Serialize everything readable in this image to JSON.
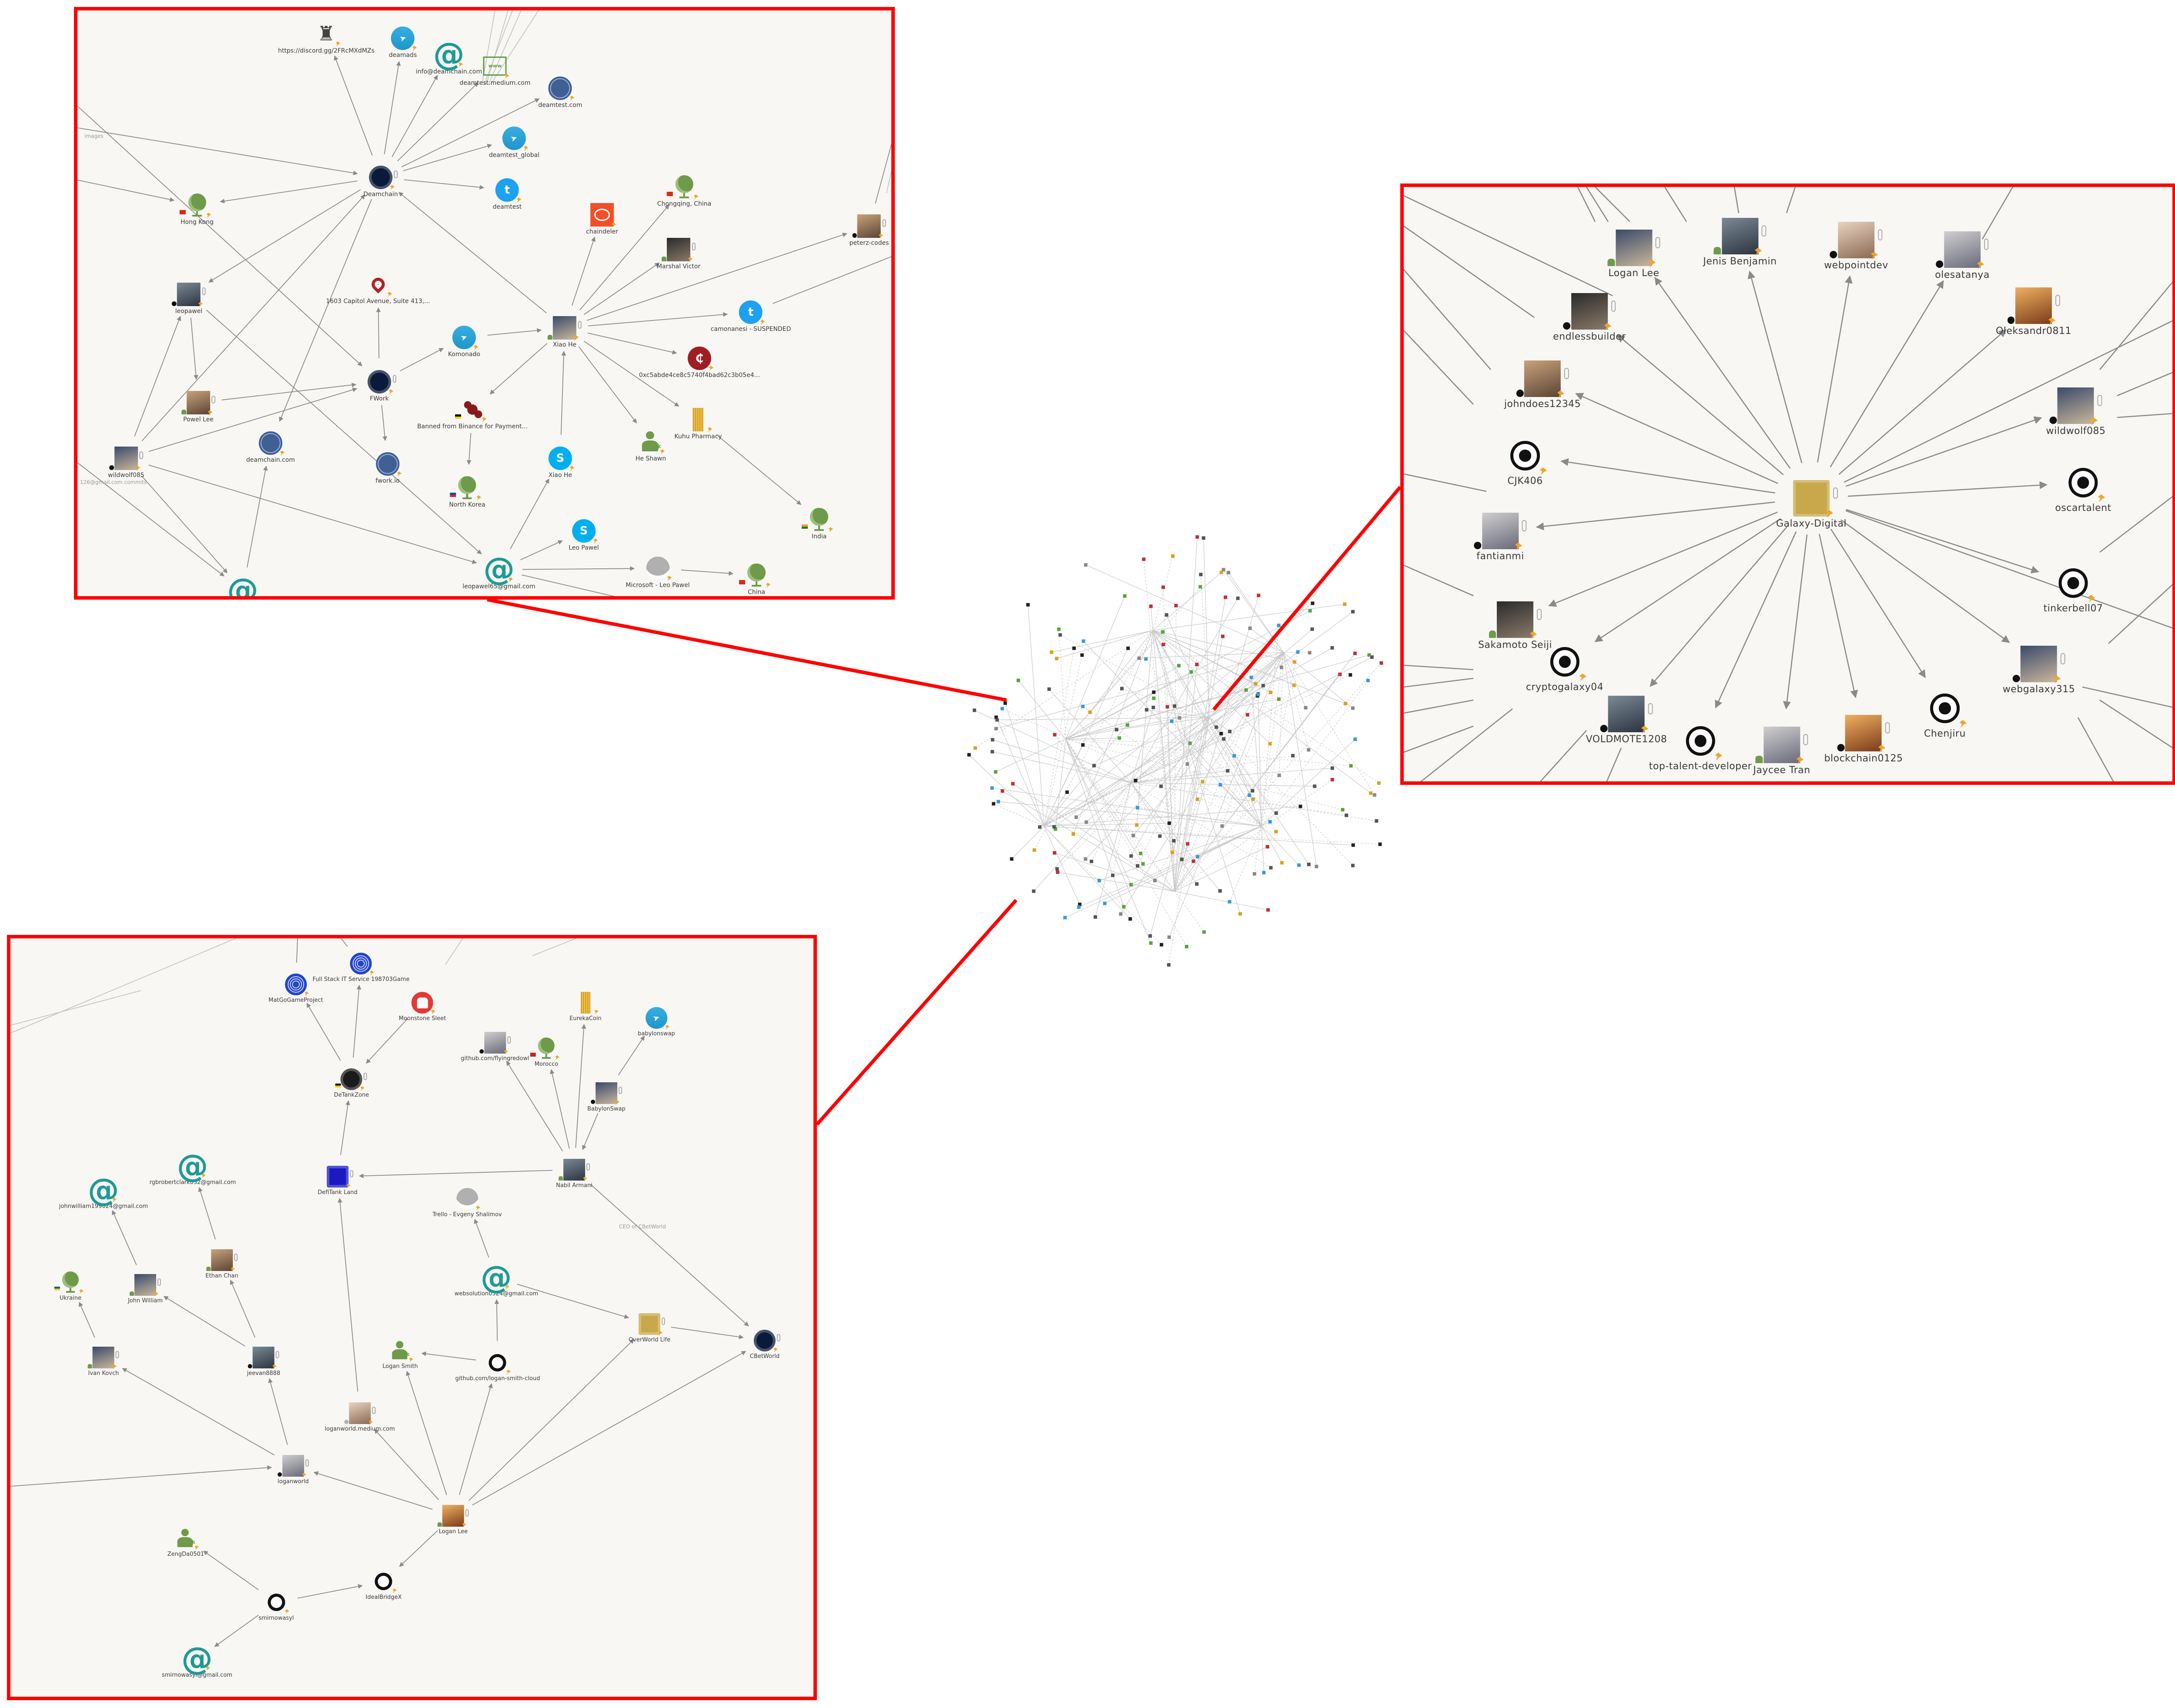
{
  "colors": {
    "highlight": "#ff0000",
    "edge": "#8a8a8a",
    "canvas": "#f8f7f4"
  },
  "panels": {
    "deamchain": {
      "nodes": [
        {
          "id": "discord",
          "label": "https://discord.gg/2FRcMXdMZs",
          "icon": "rook-icon"
        },
        {
          "id": "deamads",
          "label": "deamads",
          "icon": "telegram-icon"
        },
        {
          "id": "info",
          "label": "info@deamchain.com",
          "icon": "email-icon"
        },
        {
          "id": "medium",
          "label": "deamtest.medium.com",
          "icon": "www-icon"
        },
        {
          "id": "deamtestcom",
          "label": "deamtest.com",
          "icon": "domain-globe-icon"
        },
        {
          "id": "deamtestglobal",
          "label": "deamtest_global",
          "icon": "telegram-icon"
        },
        {
          "id": "deamtest",
          "label": "deamtest",
          "icon": "twitter-icon"
        },
        {
          "id": "deamchain",
          "label": "Deamchain",
          "icon": "company-logo-icon"
        },
        {
          "id": "hongkong",
          "label": "Hong Kong",
          "icon": "location-globe-icon",
          "flag": "hong-kong"
        },
        {
          "id": "leopawel",
          "label": "leopawel",
          "icon": "avatar-icon",
          "badge": "github"
        },
        {
          "id": "capitol",
          "label": "1603 Capitol Avenue, Suite 413,...",
          "icon": "map-pin-icon"
        },
        {
          "id": "chaindeler",
          "label": "chaindeler",
          "icon": "reddit-icon"
        },
        {
          "id": "chongqing",
          "label": "Chongqing, China",
          "icon": "location-globe-icon",
          "flag": "china"
        },
        {
          "id": "marshal",
          "label": "Marshal Victor",
          "icon": "avatar-icon",
          "badge": "person"
        },
        {
          "id": "peterz",
          "label": "peterz-codes",
          "icon": "avatar-icon",
          "badge": "github"
        },
        {
          "id": "xiaohe",
          "label": "Xiao He",
          "icon": "avatar-icon",
          "badge": "person"
        },
        {
          "id": "camonanesi",
          "label": "camonanesi - SUSPENDED",
          "icon": "twitter-icon"
        },
        {
          "id": "wallet",
          "label": "0xc5abde4ce8c5740f4bad62c3b05e4...",
          "icon": "crypto-wallet-icon"
        },
        {
          "id": "komonado",
          "label": "Komonado",
          "icon": "telegram-icon"
        },
        {
          "id": "fwork",
          "label": "FWork",
          "icon": "company-logo-icon"
        },
        {
          "id": "binance",
          "label": "Banned from Binance for Payment...",
          "icon": "threat-icon",
          "flag": "germany"
        },
        {
          "id": "powel",
          "label": "Powel Lee",
          "icon": "avatar-icon",
          "badge": "person"
        },
        {
          "id": "wildwolf",
          "label": "wildwolf085",
          "icon": "avatar-icon",
          "badge": "github"
        },
        {
          "id": "deamchaincom",
          "label": "deamchain.com",
          "icon": "domain-globe-icon"
        },
        {
          "id": "fworkio",
          "label": "fwork.io",
          "icon": "domain-globe-icon"
        },
        {
          "id": "northkorea",
          "label": "North Korea",
          "icon": "location-globe-icon",
          "flag": "north-korea"
        },
        {
          "id": "kuhu",
          "label": "Kuhu Pharmacy",
          "icon": "building-icon"
        },
        {
          "id": "heshawn",
          "label": "He Shawn",
          "icon": "person-icon"
        },
        {
          "id": "xiaoheskype",
          "label": "Xiao He",
          "icon": "skype-icon"
        },
        {
          "id": "india",
          "label": "India",
          "icon": "location-globe-icon",
          "flag": "india"
        },
        {
          "id": "leoskype",
          "label": "Leo Pawel",
          "icon": "skype-icon"
        },
        {
          "id": "leopawel65",
          "label": "leopawel65@gmail.com",
          "icon": "email-icon"
        },
        {
          "id": "microsoft",
          "label": "Microsoft - Leo Pawel",
          "icon": "generic-user-icon"
        },
        {
          "id": "china",
          "label": "China",
          "icon": "location-globe-icon",
          "flag": "china"
        },
        {
          "id": "atbottom",
          "label": "",
          "icon": "email-icon"
        }
      ],
      "edge_labels": [
        "images",
        "126@gmail.com commits"
      ]
    },
    "galaxy": {
      "nodes": [
        {
          "id": "galaxy",
          "label": "Galaxy-Digital",
          "icon": "company-logo-icon"
        },
        {
          "id": "logan",
          "label": "Logan Lee",
          "icon": "avatar-icon",
          "badge": "person"
        },
        {
          "id": "jenis",
          "label": "Jenis Benjamin",
          "icon": "avatar-icon",
          "badge": "person"
        },
        {
          "id": "webpoint",
          "label": "webpointdev",
          "icon": "avatar-icon",
          "badge": "github"
        },
        {
          "id": "olesa",
          "label": "olesatanya",
          "icon": "avatar-icon",
          "badge": "github"
        },
        {
          "id": "oleks",
          "label": "Oleksandr0811",
          "icon": "avatar-icon",
          "badge": "github"
        },
        {
          "id": "endless",
          "label": "endlessbuilder",
          "icon": "avatar-icon",
          "badge": "github"
        },
        {
          "id": "johndoes",
          "label": "johndoes12345",
          "icon": "avatar-icon",
          "badge": "github"
        },
        {
          "id": "wildwolf",
          "label": "wildwolf085",
          "icon": "avatar-icon",
          "badge": "github"
        },
        {
          "id": "cjk",
          "label": "CJK406",
          "icon": "github-icon"
        },
        {
          "id": "oscar",
          "label": "oscartalent",
          "icon": "github-icon"
        },
        {
          "id": "fantianmi",
          "label": "fantianmi",
          "icon": "avatar-icon",
          "badge": "github"
        },
        {
          "id": "tinker",
          "label": "tinkerbell07",
          "icon": "github-icon"
        },
        {
          "id": "sakamoto",
          "label": "Sakamoto Seiji",
          "icon": "avatar-icon",
          "badge": "person"
        },
        {
          "id": "crypto",
          "label": "cryptogalaxy04",
          "icon": "github-icon"
        },
        {
          "id": "webgalaxy",
          "label": "webgalaxy315",
          "icon": "avatar-icon",
          "badge": "github"
        },
        {
          "id": "voldmote",
          "label": "VOLDMOTE1208",
          "icon": "avatar-icon",
          "badge": "github"
        },
        {
          "id": "toptalent",
          "label": "top-talent-developer",
          "icon": "github-icon"
        },
        {
          "id": "jaycee",
          "label": "Jaycee Tran",
          "icon": "avatar-icon",
          "badge": "person"
        },
        {
          "id": "blockchain",
          "label": "blockchain0125",
          "icon": "avatar-icon",
          "badge": "github"
        },
        {
          "id": "chenjiru",
          "label": "Chenjiru",
          "icon": "github-icon"
        }
      ]
    },
    "logan": {
      "nodes": [
        {
          "id": "matgo",
          "label": "MatGoGameProject",
          "icon": "fingerprint-icon"
        },
        {
          "id": "fullstack",
          "label": "Full Stack IT Service 198703Game",
          "icon": "fingerprint-icon"
        },
        {
          "id": "moonstone",
          "label": "Moonstone Sleet",
          "icon": "threat-actor-icon"
        },
        {
          "id": "detank",
          "label": "DeTankZone",
          "icon": "company-logo-icon",
          "flag": "germany"
        },
        {
          "id": "flyingred",
          "label": "github.com/flyingredowl",
          "icon": "avatar-icon",
          "badge": "github"
        },
        {
          "id": "morocco",
          "label": "Morocco",
          "icon": "location-globe-icon",
          "flag": "morocco"
        },
        {
          "id": "eureka",
          "label": "EurekaCoin",
          "icon": "building-icon"
        },
        {
          "id": "babylontg",
          "label": "babylonswap",
          "icon": "telegram-icon"
        },
        {
          "id": "babylon",
          "label": "BabylonSwap",
          "icon": "avatar-icon",
          "badge": "github"
        },
        {
          "id": "nabil",
          "label": "Nabil Armani",
          "icon": "avatar-icon",
          "badge": "person"
        },
        {
          "id": "defitank",
          "label": "DefiTank Land",
          "icon": "company-logo-icon"
        },
        {
          "id": "rgb",
          "label": "rgbrobertclark032@gmail.com",
          "icon": "email-icon"
        },
        {
          "id": "johnwemail",
          "label": "johnwilliam199024@gmail.com",
          "icon": "email-icon"
        },
        {
          "id": "trello",
          "label": "Trello - Evgeny Shalimov",
          "icon": "generic-user-icon"
        },
        {
          "id": "ethan",
          "label": "Ethan Chan",
          "icon": "avatar-icon",
          "badge": "person"
        },
        {
          "id": "johnw",
          "label": "John William",
          "icon": "avatar-icon",
          "badge": "person"
        },
        {
          "id": "ukraine",
          "label": "Ukraine",
          "icon": "location-globe-icon",
          "flag": "ukraine"
        },
        {
          "id": "websol",
          "label": "websolution0524@gmail.com",
          "icon": "email-icon"
        },
        {
          "id": "overworld",
          "label": "OverWorld Life",
          "icon": "company-logo-icon"
        },
        {
          "id": "cbet",
          "label": "CBetWorld",
          "icon": "company-logo-icon"
        },
        {
          "id": "logansmith",
          "label": "Logan Smith",
          "icon": "person-icon"
        },
        {
          "id": "ghlogan",
          "label": "github.com/logan-smith-cloud",
          "icon": "github-icon"
        },
        {
          "id": "ivan",
          "label": "Ivan Kovch",
          "icon": "avatar-icon",
          "badge": "person"
        },
        {
          "id": "jeevan",
          "label": "jeevan8888",
          "icon": "avatar-icon",
          "badge": "github"
        },
        {
          "id": "loganmedium",
          "label": "loganworld.medium.com",
          "icon": "avatar-icon",
          "badge": "generic"
        },
        {
          "id": "loganworld",
          "label": "loganworld",
          "icon": "avatar-icon",
          "badge": "github"
        },
        {
          "id": "loganlee",
          "label": "Logan Lee",
          "icon": "avatar-icon",
          "badge": "person"
        },
        {
          "id": "zengda",
          "label": "ZengDa0501",
          "icon": "person-icon"
        },
        {
          "id": "idealbridge",
          "label": "IdealBridgeX",
          "icon": "github-icon"
        },
        {
          "id": "smirnow",
          "label": "smirnowasyl",
          "icon": "github-icon"
        },
        {
          "id": "smirnowemail",
          "label": "smirnowasyl@gmail.com",
          "icon": "email-icon"
        }
      ],
      "edge_labels": [
        "CEO of CBetWorld"
      ]
    }
  }
}
